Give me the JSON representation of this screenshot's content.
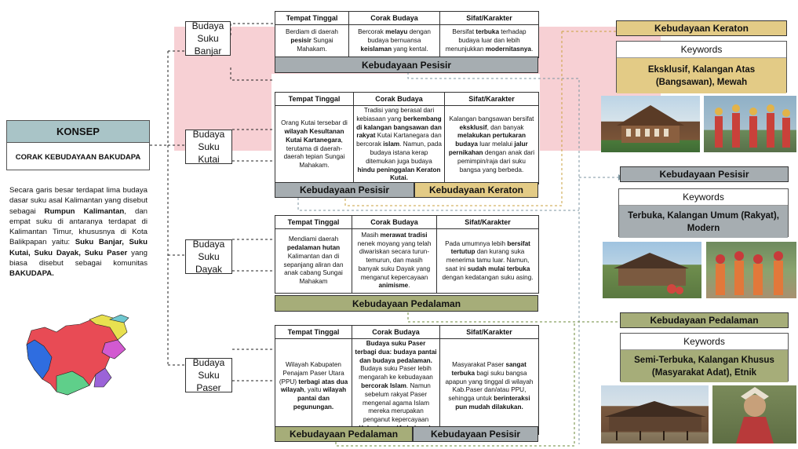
{
  "konsep": {
    "title": "KONSEP",
    "subtitle": "CORAK KEBUDAYAAN BAKUDAPA"
  },
  "intro": [
    {
      "t": "Secara garis besar terdapat lima budaya dasar suku asal Kalimantan yang disebut sebagai ",
      "b": false
    },
    {
      "t": "Rumpun Kalimantan",
      "b": true
    },
    {
      "t": ", dan empat suku di antaranya terdapat di Kalimantan Timur, khususnya di Kota Balikpapan yaitu: ",
      "b": false
    },
    {
      "t": "Suku Banjar, Suku Kutai, Suku Dayak, Suku Paser",
      "b": true
    },
    {
      "t": " yang biasa disebut sebagai komunitas ",
      "b": false
    },
    {
      "t": "BAKUDAPA.",
      "b": true
    }
  ],
  "headers": {
    "tempat": "Tempat Tinggal",
    "corak": "Corak Budaya",
    "sifat": "Sifat/Karakter"
  },
  "suku": [
    {
      "name": "Budaya Suku Banjar",
      "tempat": [
        {
          "t": "Berdiam di daerah ",
          "b": false
        },
        {
          "t": "pesisir",
          "b": true
        },
        {
          "t": " Sungai Mahakam.",
          "b": false
        }
      ],
      "corak": [
        {
          "t": "Bercorak ",
          "b": false
        },
        {
          "t": "melayu",
          "b": true
        },
        {
          "t": " dengan budaya bernuansa ",
          "b": false
        },
        {
          "t": "keislaman",
          "b": true
        },
        {
          "t": " yang kental.",
          "b": false
        }
      ],
      "sifat": [
        {
          "t": "Bersifat ",
          "b": false
        },
        {
          "t": "terbuka",
          "b": true
        },
        {
          "t": " terhadap budaya luar dan lebih menunjukkan ",
          "b": false
        },
        {
          "t": "modernitasnya",
          "b": true
        },
        {
          "t": ".",
          "b": false
        }
      ],
      "bars": [
        "Kebudayaan Pesisir"
      ]
    },
    {
      "name": "Budaya Suku Kutai",
      "tempat": [
        {
          "t": "Orang Kutai tersebar di ",
          "b": false
        },
        {
          "t": "wilayah Kesultanan Kutai Kartanegara",
          "b": true
        },
        {
          "t": ", terutama di daerah-daerah tepian Sungai Mahakam.",
          "b": false
        }
      ],
      "corak": [
        {
          "t": "Tradisi yang berasal dari kebiasaan yang ",
          "b": false
        },
        {
          "t": "berkembang di kalangan bangsawan dan rakyat",
          "b": true
        },
        {
          "t": " Kutai Kartanegara dan bercorak ",
          "b": false
        },
        {
          "t": "islam",
          "b": true
        },
        {
          "t": ". Namun, pada budaya istana kerap ditemukan juga budaya ",
          "b": false
        },
        {
          "t": "hindu peninggalan Keraton Kutai.",
          "b": true
        }
      ],
      "sifat": [
        {
          "t": "Kalangan bangsawan bersifat ",
          "b": false
        },
        {
          "t": "eksklusif",
          "b": true
        },
        {
          "t": ", dan banyak ",
          "b": false
        },
        {
          "t": "melakukan pertukaran budaya",
          "b": true
        },
        {
          "t": " luar melalui ",
          "b": false
        },
        {
          "t": "jalur pernikahan",
          "b": true
        },
        {
          "t": " dengan anak dari pemimpin/raja dari suku bangsa yang berbeda.",
          "b": false
        }
      ],
      "bars": [
        "Kebudayaan Pesisir",
        "Kebudayaan Keraton"
      ]
    },
    {
      "name": "Budaya Suku Dayak",
      "tempat": [
        {
          "t": "Mendiami daerah ",
          "b": false
        },
        {
          "t": "pedalaman hutan",
          "b": true
        },
        {
          "t": " Kalimantan dan di sepanjang aliran dan anak cabang Sungai Mahakam",
          "b": false
        }
      ],
      "corak": [
        {
          "t": "Masih ",
          "b": false
        },
        {
          "t": "merawat tradisi",
          "b": true
        },
        {
          "t": " nenek moyang yang telah diwariskan secara turun-temurun, dan masih banyak suku Dayak yang menganut kepercayaan ",
          "b": false
        },
        {
          "t": "animisme",
          "b": true
        },
        {
          "t": ".",
          "b": false
        }
      ],
      "sifat": [
        {
          "t": "Pada umumnya lebih ",
          "b": false
        },
        {
          "t": "bersifat tertutup",
          "b": true
        },
        {
          "t": " dan kurang suka menerima tamu luar. Namun, saat ini ",
          "b": false
        },
        {
          "t": "sudah mulai terbuka",
          "b": true
        },
        {
          "t": " dengan kedatangan suku asing.",
          "b": false
        }
      ],
      "bars": [
        "Kebudayaan Pedalaman"
      ]
    },
    {
      "name": "Budaya Suku Paser",
      "tempat": [
        {
          "t": "Wilayah Kabupaten Penajam Paser Utara (PPU) ",
          "b": false
        },
        {
          "t": "terbagi atas dua wilayah",
          "b": true
        },
        {
          "t": ", yaitu ",
          "b": false
        },
        {
          "t": "wilayah pantai dan pegunungan.",
          "b": true
        }
      ],
      "corak": [
        {
          "t": "Budaya suku Paser terbagi dua: budaya pantai dan budaya pedalaman.",
          "b": true
        },
        {
          "t": " Budaya suku Paser lebih mengarah ke kebudayaan ",
          "b": false
        },
        {
          "t": "bercorak Islam",
          "b": true
        },
        {
          "t": ". Namun sebelum rakyat Paser mengenal agama Islam mereka merupakan penganut kepercayaan ",
          "b": false
        },
        {
          "t": "Kaharingan (Animisme).",
          "b": true
        }
      ],
      "sifat": [
        {
          "t": "Masyarakat Paser ",
          "b": false
        },
        {
          "t": "sangat terbuka",
          "b": true
        },
        {
          "t": " bagi suku bangsa apapun yang tinggal di wilayah Kab.Paser dan/atau PPU, sehingga untuk ",
          "b": false
        },
        {
          "t": "berinteraksi pun mudah dilakukan.",
          "b": true
        }
      ],
      "bars": [
        "Kebudayaan Pedalaman",
        "Kebudayaan Pesisir"
      ]
    }
  ],
  "right": [
    {
      "title": "Kebudayaan Keraton",
      "keywords_label": "Keywords",
      "keywords": "Eksklusif, Kalangan Atas (Bangsawan), Mewah",
      "color": "#e3cb86"
    },
    {
      "title": "Kebudayaan Pesisir",
      "keywords_label": "Keywords",
      "keywords": "Terbuka, Kalangan Umum (Rakyat), Modern",
      "color": "#a6adb1"
    },
    {
      "title": "Kebudayaan Pedalaman",
      "keywords_label": "Keywords",
      "keywords": "Semi-Terbuka, Kalangan Khusus (Masyarakat Adat), Etnik",
      "color": "#a6ad79"
    }
  ],
  "colors": {
    "pesisir": "#a6adb1",
    "keraton": "#e3cb86",
    "pedalaman": "#a6ad79",
    "highlight": "#f7d0d4",
    "konsep": "#a9c4c7"
  }
}
